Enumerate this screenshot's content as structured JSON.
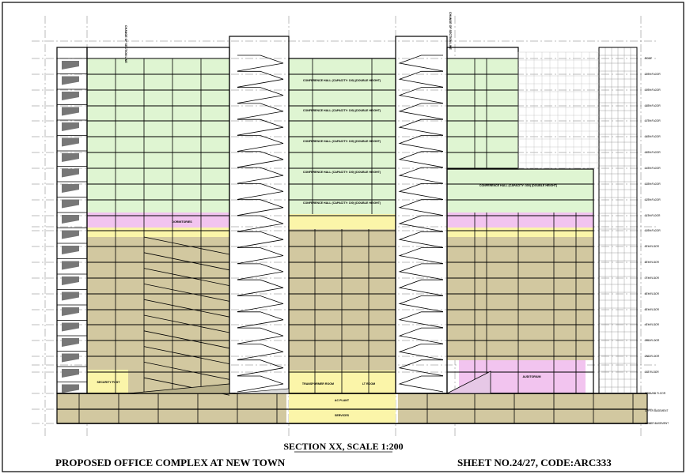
{
  "drawing": {
    "section_title": "SECTION XX, SCALE 1:200",
    "project_title": "PROPOSED OFFICE COMPLEX AT NEW TOWN",
    "sheet_label": "SHEET NO.24/27, CODE:ARC333"
  },
  "section_line_notes": [
    "CHANGE OF SECTION LINE",
    "CHANGE OF SECTION LINE"
  ],
  "rooms": {
    "conference_halls": [
      "CONFERENCE HALL (CAPACITY: 100) (DOUBLE HEIGHT)",
      "CONFERENCE HALL (CAPACITY: 100) (DOUBLE HEIGHT)",
      "CONFERENCE HALL (CAPACITY: 100) (DOUBLE HEIGHT)",
      "CONFERENCE HALL (CAPACITY: 100) (DOUBLE HEIGHT)",
      "CONFERENCE HALL (CAPACITY: 100) (DOUBLE HEIGHT)"
    ],
    "large_conference_hall": "CONFERENCE HALL (CAPACITY: 300) (DOUBLE HEIGHT)",
    "dormitories": "DORMITORIES",
    "security_post": "SECURITY POST",
    "transformer_room": "TRANSFORMER ROOM",
    "lt_room": "LT ROOM",
    "ac_plant": "AC PLANT",
    "services": "SERVICES",
    "auditorium": "AUDITORIUM"
  },
  "levels": [
    "ROOF",
    "20TH FLOOR",
    "19TH FLOOR",
    "18TH FLOOR",
    "17TH FLOOR",
    "16TH FLOOR",
    "15TH FLOOR",
    "14TH FLOOR",
    "13TH FLOOR",
    "12TH FLOOR",
    "11TH FLOOR",
    "10TH FLOOR",
    "9TH FLOOR",
    "8TH FLOOR",
    "7TH FLOOR",
    "6TH FLOOR",
    "5TH FLOOR",
    "4TH FLOOR",
    "3RD FLOOR",
    "2ND FLOOR",
    "1ST FLOOR",
    "GROUND FLOOR",
    "UPPER BASEMENT",
    "LOWER BASEMENT"
  ],
  "colors": {
    "green": "#dff5d2",
    "pink": "#f2c4ef",
    "yellow": "#fbf5a9",
    "olive": "#d2c8a0",
    "line": "#000000"
  }
}
